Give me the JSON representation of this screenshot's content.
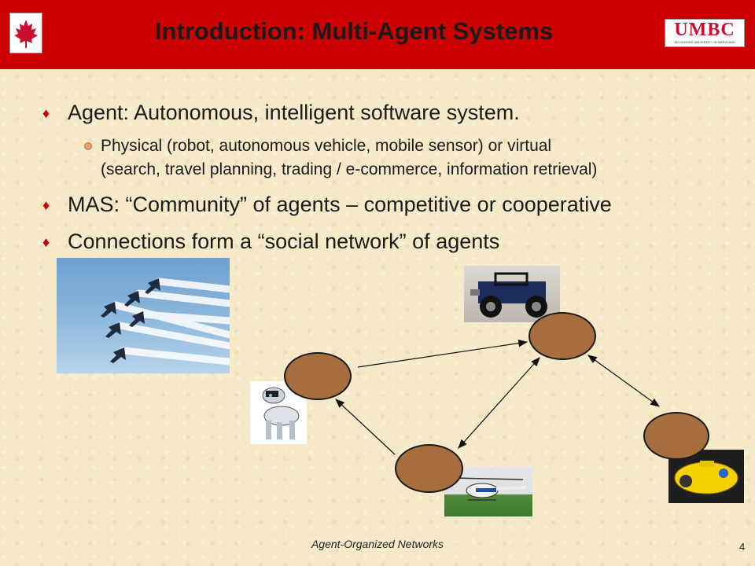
{
  "slide": {
    "title": "Introduction: Multi-Agent Systems",
    "logo_text": "UMBC",
    "logo_subtext": "AN HONORS UNIVERSITY IN MARYLAND",
    "bullets": [
      {
        "text": "Agent:  Autonomous, intelligent software system.",
        "sub": [
          "Physical (robot, autonomous vehicle, mobile sensor) or virtual",
          "(search, travel planning, trading / e-commerce, information retrieval)"
        ]
      },
      {
        "text": "MAS:  “Community” of agents – competitive or cooperative"
      },
      {
        "text": "Connections form a “social network” of agents"
      }
    ],
    "footer": "Agent-Organized Networks",
    "page_number": "4"
  },
  "colors": {
    "header": "#cc0000",
    "bullet": "#cc0000",
    "node_fill": "#a56e3c"
  },
  "icons": [
    "maple-leaf-icon",
    "diamond-bullet-icon",
    "dot-bullet-icon"
  ]
}
